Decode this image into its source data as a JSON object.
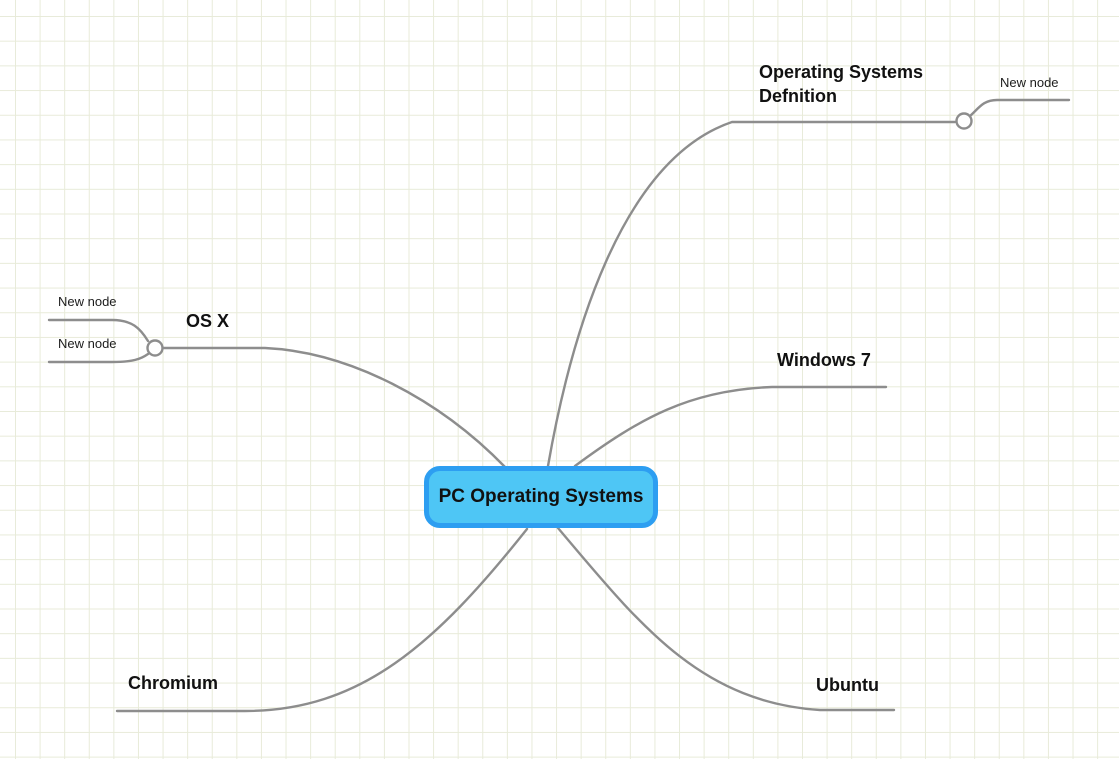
{
  "colors": {
    "canvas-bg": "#ffffff",
    "grid-line": "#e8ebd9",
    "connector": "#8d8d8d",
    "root-fill": "#4ec6f5",
    "root-border": "#2d9ef1",
    "text": "#111111"
  },
  "root": {
    "label": "PC Operating Systems"
  },
  "branches": {
    "os_def": {
      "label": "Operating Systems Defnition",
      "child": {
        "label": "New node"
      }
    },
    "windows7": {
      "label": "Windows 7"
    },
    "osx": {
      "label": "OS X",
      "child1": {
        "label": "New node"
      },
      "child2": {
        "label": "New node"
      }
    },
    "chromium": {
      "label": "Chromium"
    },
    "ubuntu": {
      "label": "Ubuntu"
    }
  }
}
